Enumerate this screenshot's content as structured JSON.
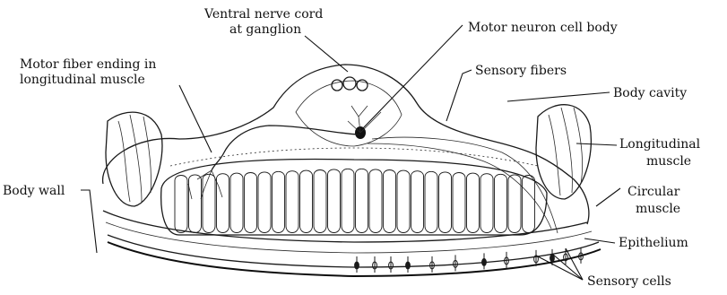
{
  "labels": {
    "ventral_nerve_cord_line1": "Ventral nerve cord",
    "ventral_nerve_cord_line2": "at ganglion",
    "motor_neuron_cell_body": "Motor neuron cell body",
    "motor_fiber_ending_line1": "Motor fiber ending in",
    "motor_fiber_ending_line2": "longitudinal muscle",
    "sensory_fibers": "Sensory fibers",
    "body_cavity": "Body cavity",
    "longitudinal_muscle_line1": "Longitudinal",
    "longitudinal_muscle_line2": "muscle",
    "body_wall": "Body wall",
    "circular_muscle_line1": "Circular",
    "circular_muscle_line2": "muscle",
    "epithelium": "Epithelium",
    "sensory_cells": "Sensory cells"
  },
  "colors": {
    "ink": "#1a1a1a",
    "background": "#ffffff"
  }
}
